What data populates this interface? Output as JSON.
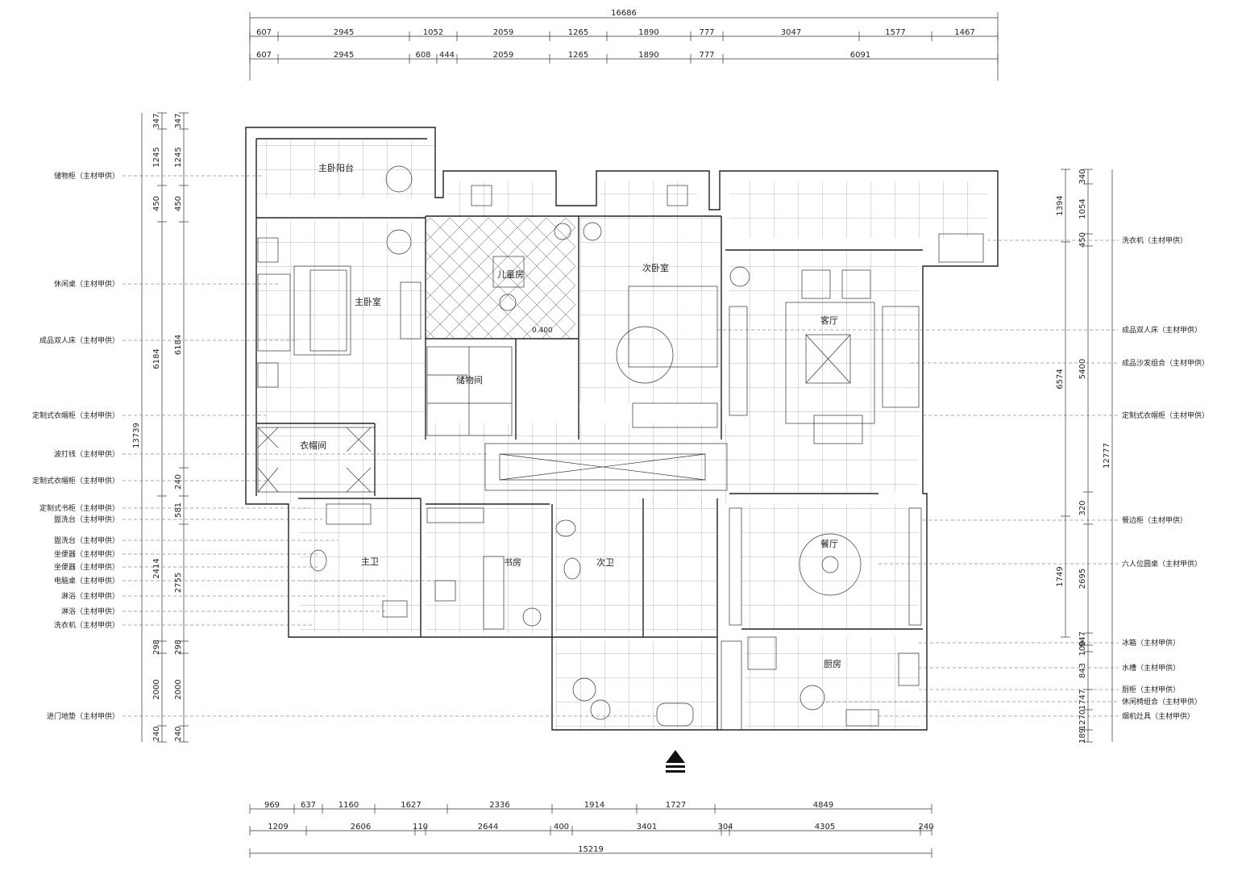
{
  "rooms": {
    "master_balcony": "主卧阳台",
    "master_bedroom": "主卧室",
    "kids_room": "儿童房",
    "second_bedroom": "次卧室",
    "living_room": "客厅",
    "storage": "储物间",
    "cloakroom": "衣帽间",
    "master_bath": "主卫",
    "study": "书房",
    "second_bath": "次卫",
    "dining": "餐厅",
    "kitchen": "厨房"
  },
  "elevation": "0.400",
  "dims": {
    "top_total": "16686",
    "top_row1": [
      "607",
      "2945",
      "1052",
      "2059",
      "1265",
      "1890",
      "777",
      "3047",
      "1577",
      "1467"
    ],
    "top_row2": [
      "607",
      "2945",
      "608",
      "444",
      "2059",
      "1265",
      "1890",
      "777",
      "6091"
    ],
    "bottom_row1": [
      "969",
      "637",
      "1160",
      "1627",
      "2336",
      "1914",
      "1727",
      "4849"
    ],
    "bottom_row2": [
      "1209",
      "2606",
      "110",
      "2644",
      "400",
      "3401",
      "304",
      "4305",
      "240"
    ],
    "bottom_total": "15219",
    "left_outer": [
      "347",
      "1245",
      "450",
      "6184",
      "2414",
      "298",
      "2000",
      "240"
    ],
    "left_inner": [
      "347",
      "1245",
      "450",
      "6184",
      "240",
      "581",
      "2755",
      "298",
      "2000",
      "240"
    ],
    "left_total": "13739",
    "right_inner": [
      "340",
      "1054",
      "450",
      "5400",
      "320",
      "2695",
      "947",
      "100",
      "843",
      "1747",
      "1270",
      "189"
    ],
    "right_outer": [
      "1394",
      "6574",
      "1749"
    ],
    "right_total": "12777"
  },
  "left_notes": [
    "储物柜（主材甲供）",
    "休闲桌（主材甲供）",
    "成品双人床（主材甲供）",
    "定制式衣帽柜（主材甲供）",
    "波打线（主材甲供）",
    "定制式衣帽柜（主材甲供）",
    "定制式书柜（主材甲供）",
    "盥洗台（主材甲供）",
    "盥洗台（主材甲供）",
    "坐便器（主材甲供）",
    "坐便器（主材甲供）",
    "电脑桌（主材甲供）",
    "淋浴（主材甲供）",
    "淋浴（主材甲供）",
    "洗衣机（主材甲供）",
    "进门地垫（主材甲供）"
  ],
  "right_notes": [
    "洗衣机（主材甲供）",
    "成品双人床（主材甲供）",
    "成品沙发组合（主材甲供）",
    "定制式衣帽柜（主材甲供）",
    "餐边柜（主材甲供）",
    "六人位圆桌（主材甲供）",
    "冰箱（主材甲供）",
    "水槽（主材甲供）",
    "厨柜（主材甲供）",
    "休闲椅组合（主材甲供）",
    "烟机灶具（主材甲供）"
  ],
  "icons": {
    "entrance": "entrance-arrow-icon"
  }
}
